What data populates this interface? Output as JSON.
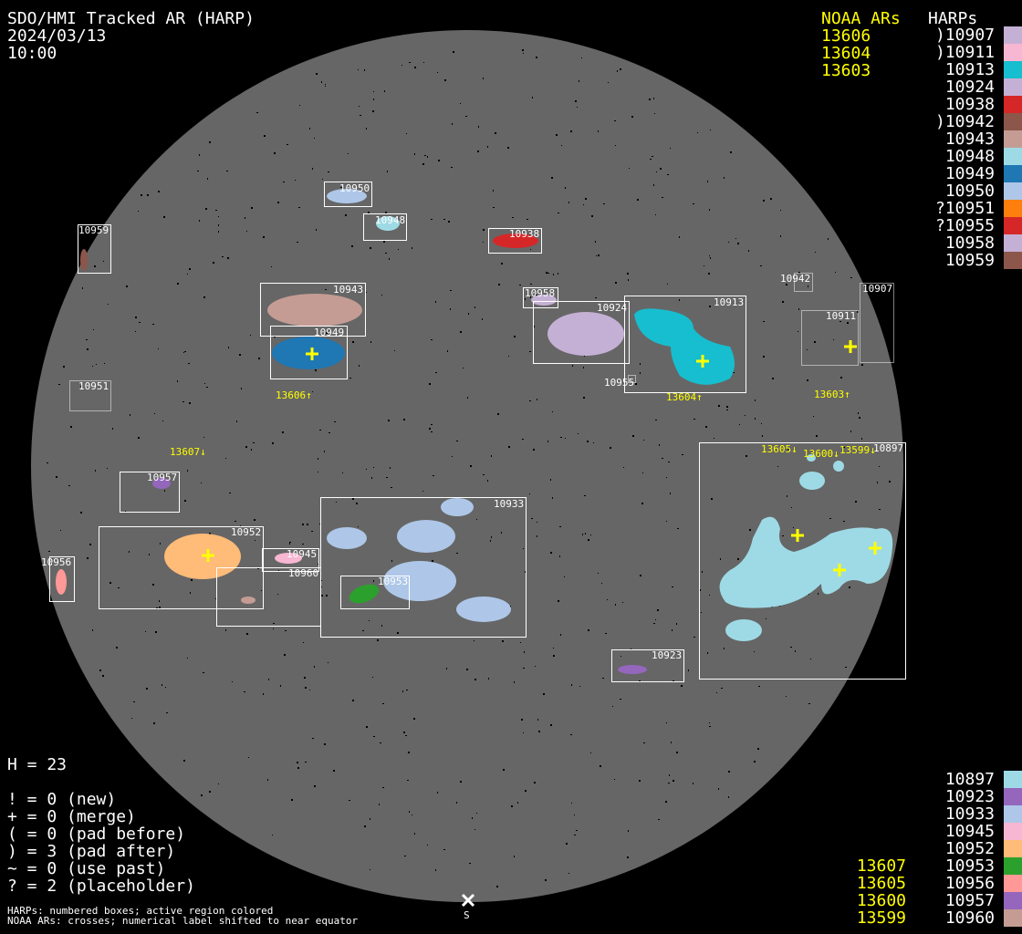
{
  "header": {
    "title": "SDO/HMI Tracked AR (HARP)",
    "date": "2024/03/13",
    "time": "10:00"
  },
  "noaa_top": {
    "title": "NOAA ARs",
    "items": [
      "13606",
      "13604",
      "13603"
    ]
  },
  "harps_top": {
    "title": "HARPs",
    "items": [
      {
        "label": ")10907",
        "color": "#c5b0d5"
      },
      {
        "label": ")10911",
        "color": "#f7b6d2"
      },
      {
        "label": "10913",
        "color": "#17becf"
      },
      {
        "label": "10924",
        "color": "#c5b0d5"
      },
      {
        "label": "10938",
        "color": "#d62728"
      },
      {
        "label": ")10942",
        "color": "#8c564b"
      },
      {
        "label": "10943",
        "color": "#c49c94"
      },
      {
        "label": "10948",
        "color": "#9edae5"
      },
      {
        "label": "10949",
        "color": "#1f77b4"
      },
      {
        "label": "10950",
        "color": "#aec7e8"
      },
      {
        "label": "?10951",
        "color": "#ff7f0e"
      },
      {
        "label": "?10955",
        "color": "#d62728"
      },
      {
        "label": "10958",
        "color": "#c5b0d5"
      },
      {
        "label": "10959",
        "color": "#8c564b"
      }
    ]
  },
  "harps_bottom": {
    "items": [
      {
        "label": "10897",
        "color": "#9edae5"
      },
      {
        "label": "10923",
        "color": "#9467bd"
      },
      {
        "label": "10933",
        "color": "#aec7e8"
      },
      {
        "label": "10945",
        "color": "#f7b6d2"
      },
      {
        "label": "10952",
        "color": "#ffbb78"
      },
      {
        "label": "10953",
        "color": "#2ca02c"
      },
      {
        "label": "10956",
        "color": "#ff9896"
      },
      {
        "label": "10957",
        "color": "#9467bd"
      },
      {
        "label": "10960",
        "color": "#c49c94"
      }
    ]
  },
  "noaa_bottom": {
    "items": [
      "13607",
      "13605",
      "13600",
      "13599"
    ]
  },
  "stats": {
    "h": "H = 23",
    "lines": [
      "! = 0 (new)",
      "+ = 0 (merge)",
      "( = 0 (pad before)",
      ") = 3 (pad after)",
      "~ = 0 (use past)",
      "? = 2 (placeholder)"
    ]
  },
  "footer": {
    "line1": "HARPs: numbered boxes; active region colored",
    "line2": "NOAA ARs: crosses; numerical label shifted to near equator"
  },
  "disk": {
    "south_marker": "S",
    "box_labels": {
      "h10950": "10950",
      "h10948": "10948",
      "h10938": "10938",
      "h10959": "10959",
      "h10943": "10943",
      "h10949": "10949",
      "h10958": "10958",
      "h10924": "10924",
      "h10913": "10913",
      "h10942": "10942",
      "h10911": "10911",
      "h10907": "10907",
      "h10951": "10951",
      "h10955": "10955",
      "h10897": "10897",
      "h10957": "10957",
      "h10933": "10933",
      "h10952": "10952",
      "h10945": "10945",
      "h10960": "10960",
      "h10953": "10953",
      "h10956": "10956",
      "h10923": "10923"
    },
    "noaa_labels": {
      "n13606": "13606↑",
      "n13604": "13604↑",
      "n13603": "13603↑",
      "n13607": "13607↓",
      "n13605": "13605↓",
      "n13600": "13600↓",
      "n13599": "13599↓"
    }
  }
}
